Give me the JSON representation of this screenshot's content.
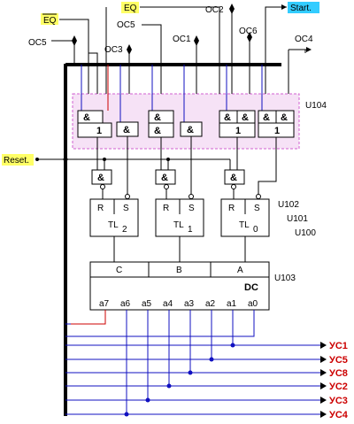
{
  "signals": {
    "eq_bar": "EQ",
    "eq": "EQ",
    "oc2": "OC2",
    "start": "Start.",
    "oc5_top": "OC5",
    "oc5_left": "OC5",
    "oc3": "OC3",
    "oc1": "OC1",
    "oc6": "OC6",
    "oc4": "OC4",
    "reset": "Reset."
  },
  "blocks": {
    "u104": "U104",
    "u102": "U102",
    "u101": "U101",
    "u100": "U100",
    "u103": "U103"
  },
  "gates": {
    "and": "&",
    "one": "1"
  },
  "flipflops": {
    "r": "R",
    "s": "S",
    "tl2": "TL",
    "tl2_sub": "2",
    "tl1": "TL",
    "tl1_sub": "1",
    "tl0": "TL",
    "tl0_sub": "0"
  },
  "decoder": {
    "c": "C",
    "b": "B",
    "a": "A",
    "dc": "DC",
    "outputs": [
      "a7",
      "a6",
      "a5",
      "a4",
      "a3",
      "a2",
      "a1",
      "a0"
    ]
  },
  "outputs": [
    "УС1",
    "УС5",
    "УС8",
    "УС2",
    "УС3",
    "УС4"
  ],
  "colors": {
    "highlight_yellow": "#ffff66",
    "highlight_cyan": "#33ccff",
    "output_red": "#cc0000",
    "wire_blue": "#1010c0",
    "wire_red": "#cc0000",
    "u104_fill": "#f6e2f6",
    "u104_border": "#d060d0"
  }
}
